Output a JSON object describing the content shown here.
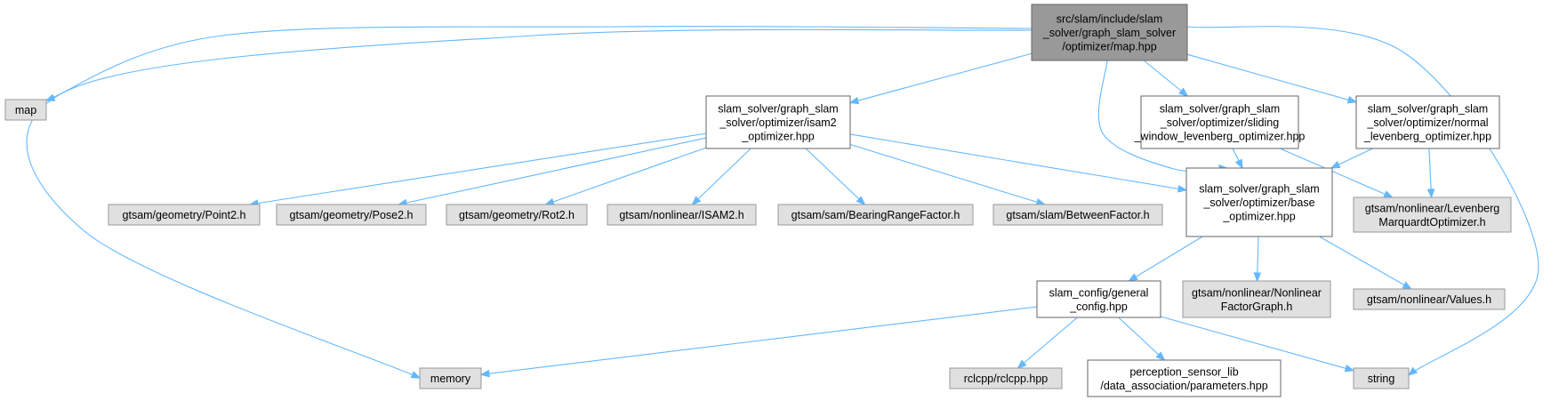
{
  "colors": {
    "edge": "#63b8ff",
    "root_fill": "#999999",
    "root_border": "#666666",
    "documented_fill": "#ffffff",
    "documented_border": "#666666",
    "external_fill": "#e0e0e0",
    "external_border": "#999999"
  },
  "nodes": [
    {
      "id": "root",
      "kind": "root",
      "lines": [
        "src/slam/include/slam",
        "_solver/graph_slam_solver",
        "/optimizer/map.hpp"
      ]
    },
    {
      "id": "map",
      "kind": "external",
      "lines": [
        "map"
      ]
    },
    {
      "id": "memory",
      "kind": "external",
      "lines": [
        "memory"
      ]
    },
    {
      "id": "string",
      "kind": "external",
      "lines": [
        "string"
      ]
    },
    {
      "id": "isam2",
      "kind": "documented",
      "lines": [
        "slam_solver/graph_slam",
        "_solver/optimizer/isam2",
        "_optimizer.hpp"
      ]
    },
    {
      "id": "sliding",
      "kind": "documented",
      "lines": [
        "slam_solver/graph_slam",
        "_solver/optimizer/sliding",
        "_window_levenberg_optimizer.hpp"
      ]
    },
    {
      "id": "normal",
      "kind": "documented",
      "lines": [
        "slam_solver/graph_slam",
        "_solver/optimizer/normal",
        "_levenberg_optimizer.hpp"
      ]
    },
    {
      "id": "base",
      "kind": "documented",
      "lines": [
        "slam_solver/graph_slam",
        "_solver/optimizer/base",
        "_optimizer.hpp"
      ]
    },
    {
      "id": "point2",
      "kind": "external",
      "lines": [
        "gtsam/geometry/Point2.h"
      ]
    },
    {
      "id": "pose2",
      "kind": "external",
      "lines": [
        "gtsam/geometry/Pose2.h"
      ]
    },
    {
      "id": "rot2",
      "kind": "external",
      "lines": [
        "gtsam/geometry/Rot2.h"
      ]
    },
    {
      "id": "isam2h",
      "kind": "external",
      "lines": [
        "gtsam/nonlinear/ISAM2.h"
      ]
    },
    {
      "id": "bearing",
      "kind": "external",
      "lines": [
        "gtsam/sam/BearingRangeFactor.h"
      ]
    },
    {
      "id": "between",
      "kind": "external",
      "lines": [
        "gtsam/slam/BetweenFactor.h"
      ]
    },
    {
      "id": "lm",
      "kind": "external",
      "lines": [
        "gtsam/nonlinear/Levenberg",
        "MarquardtOptimizer.h"
      ]
    },
    {
      "id": "general",
      "kind": "documented",
      "lines": [
        "slam_config/general",
        "_config.hpp"
      ]
    },
    {
      "id": "nfg",
      "kind": "external",
      "lines": [
        "gtsam/nonlinear/Nonlinear",
        "FactorGraph.h"
      ]
    },
    {
      "id": "values",
      "kind": "external",
      "lines": [
        "gtsam/nonlinear/Values.h"
      ]
    },
    {
      "id": "rclcpp",
      "kind": "external",
      "lines": [
        "rclcpp/rclcpp.hpp"
      ]
    },
    {
      "id": "params",
      "kind": "documented",
      "lines": [
        "perception_sensor_lib",
        "/data_association/parameters.hpp"
      ]
    }
  ],
  "edges": [
    {
      "from": "root",
      "to": "map"
    },
    {
      "from": "root",
      "to": "memory"
    },
    {
      "from": "root",
      "to": "isam2"
    },
    {
      "from": "root",
      "to": "base"
    },
    {
      "from": "root",
      "to": "sliding"
    },
    {
      "from": "root",
      "to": "normal"
    },
    {
      "from": "root",
      "to": "string"
    },
    {
      "from": "isam2",
      "to": "point2"
    },
    {
      "from": "isam2",
      "to": "pose2"
    },
    {
      "from": "isam2",
      "to": "rot2"
    },
    {
      "from": "isam2",
      "to": "isam2h"
    },
    {
      "from": "isam2",
      "to": "bearing"
    },
    {
      "from": "isam2",
      "to": "between"
    },
    {
      "from": "isam2",
      "to": "base"
    },
    {
      "from": "sliding",
      "to": "base"
    },
    {
      "from": "sliding",
      "to": "lm"
    },
    {
      "from": "normal",
      "to": "base"
    },
    {
      "from": "normal",
      "to": "lm"
    },
    {
      "from": "base",
      "to": "general"
    },
    {
      "from": "base",
      "to": "nfg"
    },
    {
      "from": "base",
      "to": "values"
    },
    {
      "from": "general",
      "to": "memory"
    },
    {
      "from": "general",
      "to": "rclcpp"
    },
    {
      "from": "general",
      "to": "params"
    },
    {
      "from": "general",
      "to": "string"
    }
  ]
}
